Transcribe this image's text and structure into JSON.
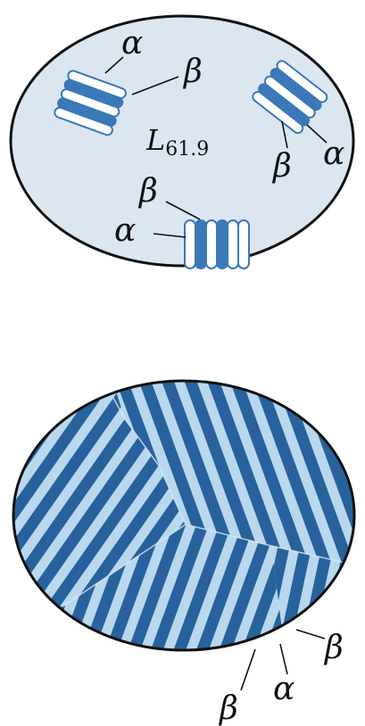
{
  "top_panel": {
    "liquid_symbol": "L",
    "liquid_subscript": "61.9",
    "labels": {
      "nucleus1_alpha": "α",
      "nucleus1_beta": "β",
      "nucleus2_alpha": "α",
      "nucleus2_beta": "β",
      "nucleus3_alpha": "α",
      "nucleus3_beta": "β"
    }
  },
  "bottom_panel": {
    "labels": {
      "beta_left": "β",
      "alpha_mid": "α",
      "beta_right": "β"
    }
  },
  "colors": {
    "liquid_fill": "#dbe6f1",
    "alpha_phase": "#ffffff",
    "beta_phase": "#3a78b8",
    "dark_stripe": "#27629c",
    "light_stripe": "#b9d8ee",
    "outline": "#111111"
  }
}
